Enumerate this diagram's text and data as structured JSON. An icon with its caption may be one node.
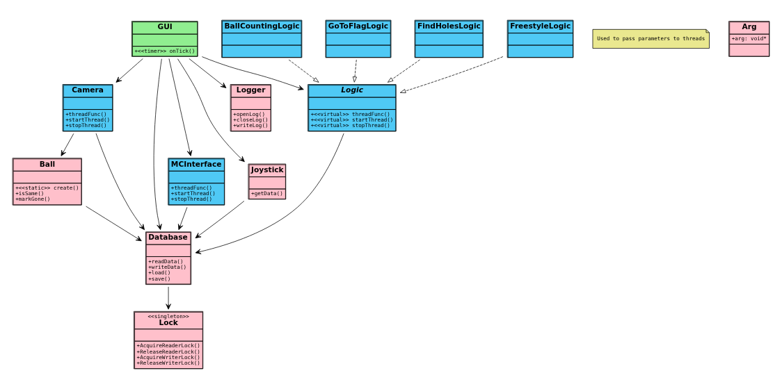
{
  "diagram": {
    "nodes": [
      {
        "text": [
          "Camera",
          "+threadFunc()",
          "+startThread()",
          "+stopThread()"
        ]
      },
      {
        "text": [
          "Ball",
          "+<<static>> create()",
          "+isSame()",
          "+markGone()"
        ]
      },
      {
        "text": [
          "Database",
          "+readData()",
          "+writeData()",
          "+load()",
          "+save()"
        ]
      },
      {
        "text": [
          "<<singleton>>",
          "Lock",
          "+AcquireReaderLock()",
          "+ReleaseReaderLock()",
          "+AcquireWriterLock()",
          "+ReleaseWriterLock()"
        ]
      },
      {
        "text": [
          "MCInterface",
          "+threadFunc()",
          "+startThread()",
          "+stopThread()"
        ]
      },
      {
        "text": [
          "GUI",
          "+<<timer>> onTick()"
        ]
      },
      {
        "text": [
          "Joystick",
          "+getData()"
        ]
      },
      {
        "text": [
          "Used to pass parameters to threads"
        ]
      },
      {
        "text": [
          "Arg",
          "+arg: void*"
        ]
      },
      {
        "text": [
          "Logger",
          "+openLog()",
          "+closeLog()",
          "+writeLog()"
        ]
      },
      {
        "text": [
          "Logic",
          "+<<virtual>> threadFunc()",
          "+<<virtual>> startThread()",
          "+<<virtual>> stopThread()"
        ]
      },
      {
        "text": [
          "BallCountingLogic"
        ]
      },
      {
        "text": [
          "GoToFlagLogic"
        ]
      },
      {
        "text": [
          "FindHolesLogic"
        ]
      },
      {
        "text": [
          "FreestyleLogic"
        ]
      }
    ],
    "edges": [
      {
        "from": 4,
        "to": 2,
        "arrow": "to"
      },
      {
        "from": 0,
        "to": 2,
        "arrow": "to"
      },
      {
        "from": 0,
        "to": 1,
        "arrow": "to"
      },
      {
        "from": 1,
        "to": 2,
        "arrow": "to"
      },
      {
        "from": 2,
        "to": 3,
        "arrow": "to"
      },
      {
        "from": 5,
        "to": 2,
        "arrow": "to"
      },
      {
        "from": 5,
        "to": 0,
        "arrow": "to"
      },
      {
        "from": 5,
        "to": 4,
        "arrow": "to"
      },
      {
        "from": 5,
        "to": 6,
        "arrow": "to"
      },
      {
        "from": 6,
        "to": 2,
        "arrow": "to"
      },
      {
        "from": 10,
        "to": 2,
        "arrow": "to"
      },
      {
        "from": 5,
        "to": 10,
        "arrow": "to"
      },
      {
        "from": 5,
        "to": 9,
        "arrow": "to"
      },
      {
        "from": 11,
        "to": 10,
        "arrow": "to",
        "style": "dashed"
      },
      {
        "from": 12,
        "to": 10,
        "arrow": "to",
        "style": "dashed"
      },
      {
        "from": 13,
        "to": 10,
        "arrow": "to",
        "style": "dashed"
      },
      {
        "from": 14,
        "to": 10,
        "arrow": "to",
        "style": "dashed"
      }
    ]
  }
}
